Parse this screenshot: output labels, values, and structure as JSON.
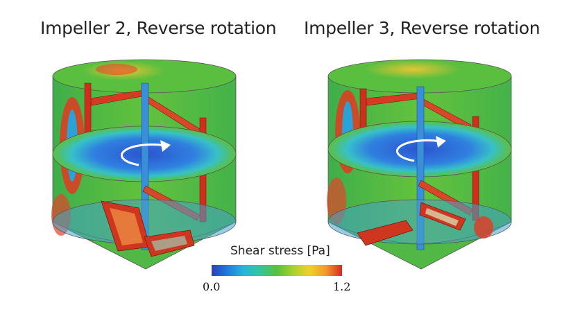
{
  "panels": [
    {
      "title": "Impeller 2, Reverse rotation"
    },
    {
      "title": "Impeller 3, Reverse rotation"
    }
  ],
  "legend": {
    "title": "Shear stress [Pa]",
    "min_label": "0.0",
    "max_label": "1.2",
    "colormap": [
      "#2a3fb8",
      "#1f7ee0",
      "#27b7d6",
      "#35c59a",
      "#59c03e",
      "#a9d02e",
      "#f0d02a",
      "#f39a2a",
      "#d62a1e"
    ]
  },
  "icons": {
    "rotation": "counter-clockwise-rotation-arrow-icon"
  }
}
